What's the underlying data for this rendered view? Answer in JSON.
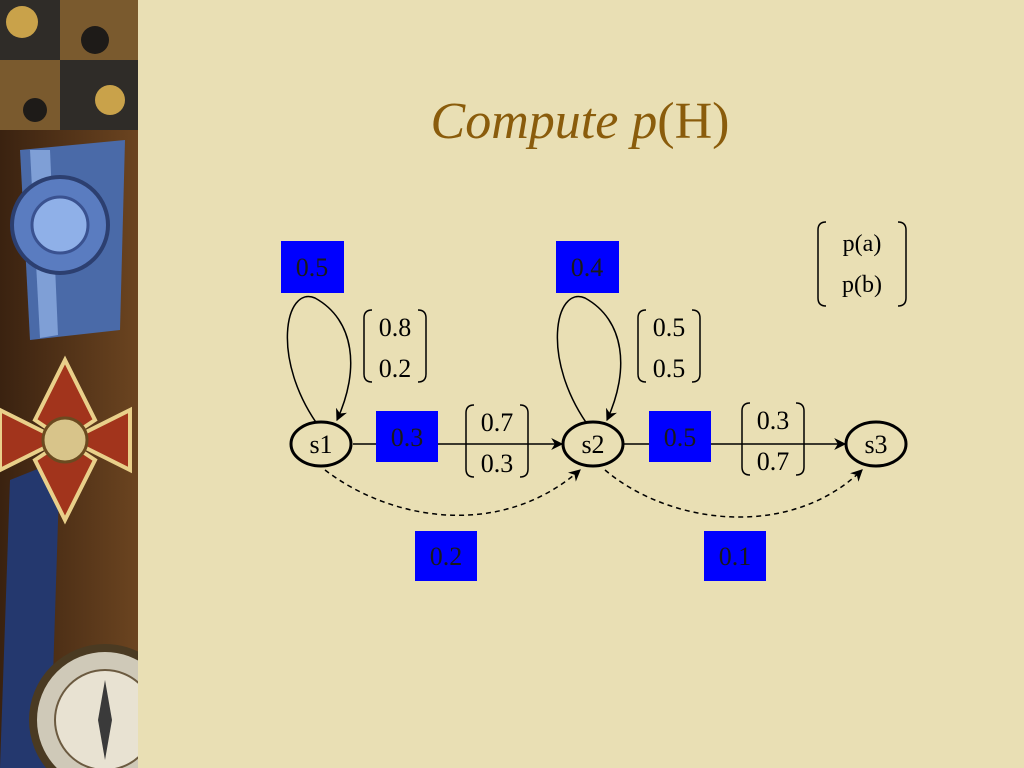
{
  "slide": {
    "title_italic": "Compute p",
    "title_rest": "(H)"
  },
  "states": [
    "s1",
    "s2",
    "s3"
  ],
  "transitions": {
    "s1_self": "0.5",
    "s2_self": "0.4",
    "s1_s2": "0.3",
    "s2_s3": "0.5",
    "s1_s2_skip": "0.2",
    "s2_s3_skip": "0.1"
  },
  "emissions": {
    "s1_self": [
      "0.8",
      "0.2"
    ],
    "s2_self": [
      "0.5",
      "0.5"
    ],
    "s1_s2": [
      "0.7",
      "0.3"
    ],
    "s2_s3": [
      "0.3",
      "0.7"
    ]
  },
  "legend": [
    "p(a)",
    "p(b)"
  ],
  "colors": {
    "background": "#e9dfb4",
    "title": "#8a5c0c",
    "prob_box": "#0000ff",
    "prob_text": "#1a1a1a",
    "line": "#000000"
  }
}
